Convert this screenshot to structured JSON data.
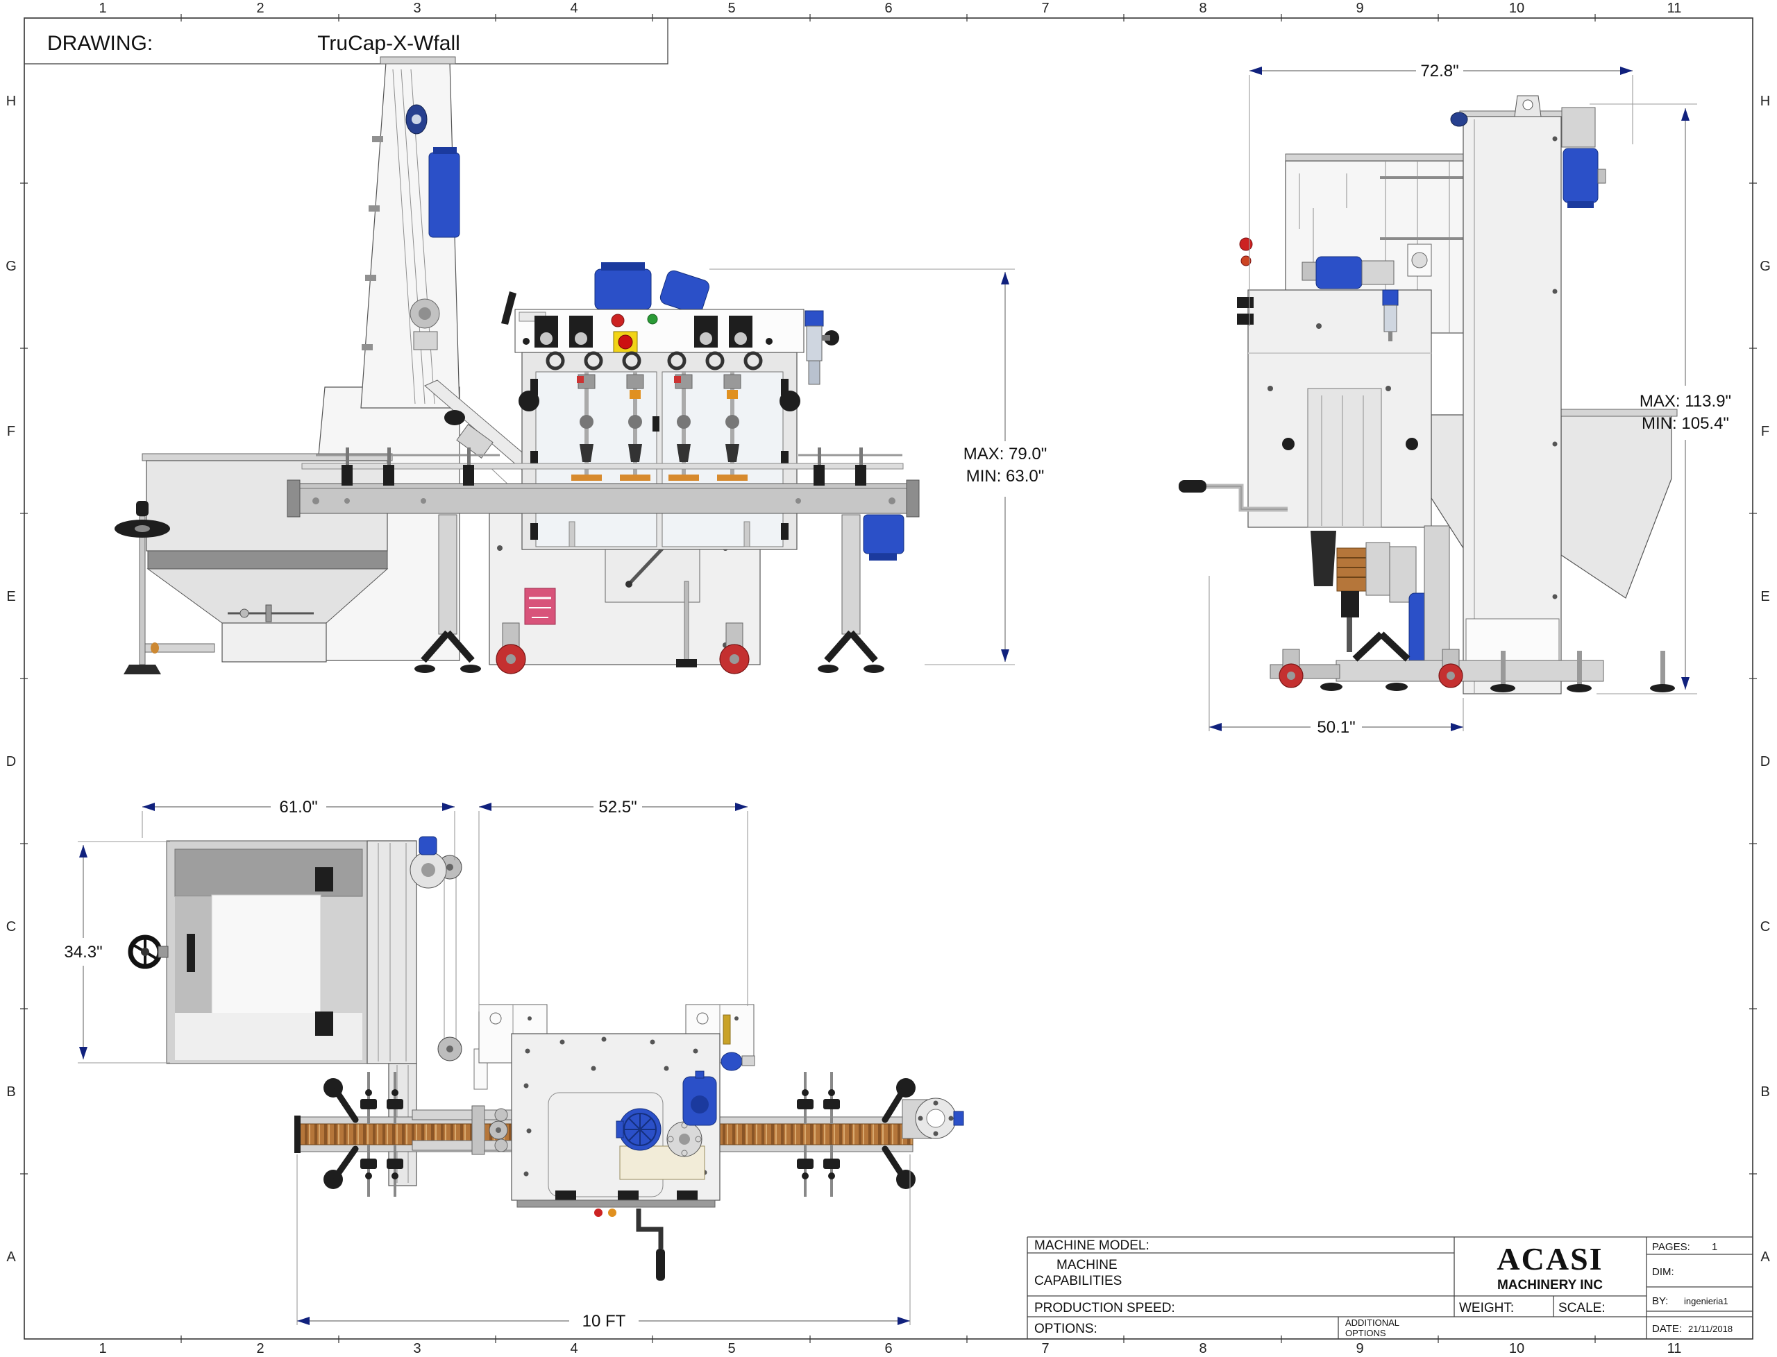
{
  "drawing": {
    "label": "DRAWING:",
    "model": "TruCap-X-Wfall"
  },
  "grid": {
    "cols": [
      "1",
      "2",
      "3",
      "4",
      "5",
      "6",
      "7",
      "8",
      "9",
      "10",
      "11"
    ],
    "rows": [
      "H",
      "G",
      "F",
      "E",
      "D",
      "C",
      "B",
      "A"
    ]
  },
  "dimensions": {
    "front_height_max": "MAX: 79.0\"",
    "front_height_min": "MIN: 63.0\"",
    "side_width": "72.8\"",
    "side_height_max": "MAX: 113.9\"",
    "side_height_min": "MIN: 105.4\"",
    "side_depth": "50.1\"",
    "top_left_width": "61.0\"",
    "top_right_width": "52.5\"",
    "top_depth": "34.3\"",
    "conveyor_length": "10 FT"
  },
  "title_block": {
    "machine_model_label": "MACHINE MODEL:",
    "capabilities_line1": "MACHINE",
    "capabilities_line2": "CAPABILITIES",
    "production_speed_label": "PRODUCTION SPEED:",
    "options_label": "OPTIONS:",
    "additional_options_line1": "ADDITIONAL",
    "additional_options_line2": "OPTIONS",
    "weight_label": "WEIGHT:",
    "scale_label": "SCALE:",
    "company_name": "ACASI",
    "company_sub": "MACHINERY INC",
    "pages_label": "PAGES:",
    "pages_value": "1",
    "dim_label": "DIM:",
    "by_label": "BY:",
    "by_value": "ingenieria1",
    "date_label": "DATE:",
    "date_value": "21/11/2018"
  },
  "colors": {
    "motor_blue": "#2b50c8",
    "caster_red": "#c43030",
    "chain_brown": "#b5763a",
    "warning_pink": "#d8537a",
    "dimension_arrow_navy": "#10217d",
    "line_dark": "#444444"
  }
}
